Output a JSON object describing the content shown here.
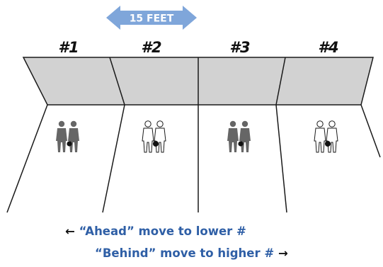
{
  "diagram": {
    "spacing_label": "15 FEET",
    "courts": [
      {
        "label": "#1",
        "figures_style": "solid"
      },
      {
        "label": "#2",
        "figures_style": "outline"
      },
      {
        "label": "#3",
        "figures_style": "solid"
      },
      {
        "label": "#4",
        "figures_style": "outline"
      }
    ],
    "ahead_text": "“Ahead” move to lower #",
    "behind_text": "“Behind” move to higher #",
    "ahead_arrow": "←",
    "behind_arrow": "→",
    "colors": {
      "backboard": "#d2d2d2",
      "figure_solid": "#666666",
      "figure_outline": "#ffffff",
      "caption": "#2f5fa6",
      "spacing_arrow": "#7fa6da"
    }
  }
}
